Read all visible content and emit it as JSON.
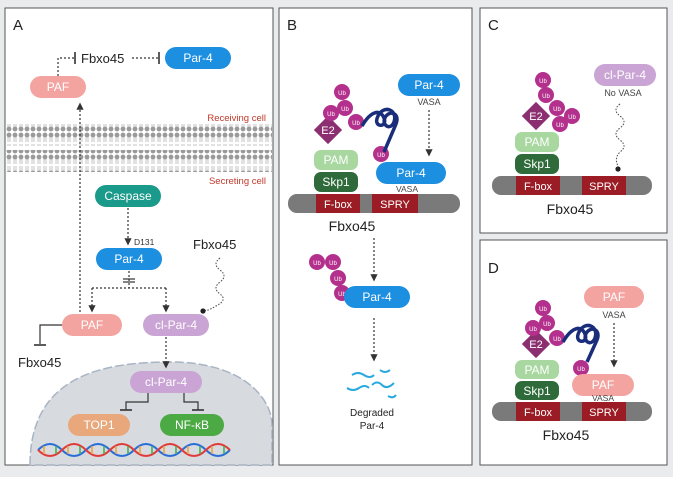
{
  "panels": {
    "A": {
      "label": "A",
      "fbxo45_top": "Fbxo45",
      "par4_top": "Par-4",
      "paf": "PAF",
      "receiving_cell": "Receiving cell",
      "secreting_cell": "Secreting cell",
      "caspase": "Caspase",
      "d131": "D131",
      "par4_mid": "Par-4",
      "fbxo45_free": "Fbxo45",
      "paf_secreted": "PAF",
      "clpar4": "cl-Par-4",
      "fbxo45_bottom": "Fbxo45",
      "clpar4_nucleus": "cl-Par-4",
      "top1": "TOP1",
      "nfkb": "NF-κB"
    },
    "B": {
      "label": "B",
      "ub": "Ub",
      "e2": "E2",
      "pam": "PAM",
      "skp1": "Skp1",
      "fbox": "F-box",
      "spry": "SPRY",
      "fbxo45": "Fbxo45",
      "par4_free": "Par-4",
      "vasa_free": "VASA",
      "par4_bound": "Par-4",
      "vasa_bound": "VASA",
      "par4_ub": "Par-4",
      "degraded": "Degraded",
      "degraded_par4": "Par-4"
    },
    "C": {
      "label": "C",
      "ub": "Ub",
      "e2": "E2",
      "pam": "PAM",
      "skp1": "Skp1",
      "fbox": "F-box",
      "spry": "SPRY",
      "fbxo45": "Fbxo45",
      "clpar4": "cl-Par-4",
      "no_vasa": "No VASA"
    },
    "D": {
      "label": "D",
      "ub": "Ub",
      "e2": "E2",
      "pam": "PAM",
      "skp1": "Skp1",
      "fbox": "F-box",
      "spry": "SPRY",
      "fbxo45": "Fbxo45",
      "paf_free": "PAF",
      "vasa_free": "VASA",
      "paf_bound": "PAF",
      "vasa_bound": "VASA"
    }
  },
  "colors": {
    "paf": "#f4a4a0",
    "par4": "#1d8fe0",
    "caspase": "#1a9a8a",
    "clpar4": "#c9a4d4",
    "top1": "#e8a87c",
    "nfkb": "#4caa45",
    "pam": "#a8d8a0",
    "skp1": "#2f6b3a",
    "fbox": "#9b1c24",
    "scaffold": "#7a7a7a",
    "ub": "#b3318c",
    "e2": "#8c2f70",
    "membrane_red": "#c0392b"
  }
}
